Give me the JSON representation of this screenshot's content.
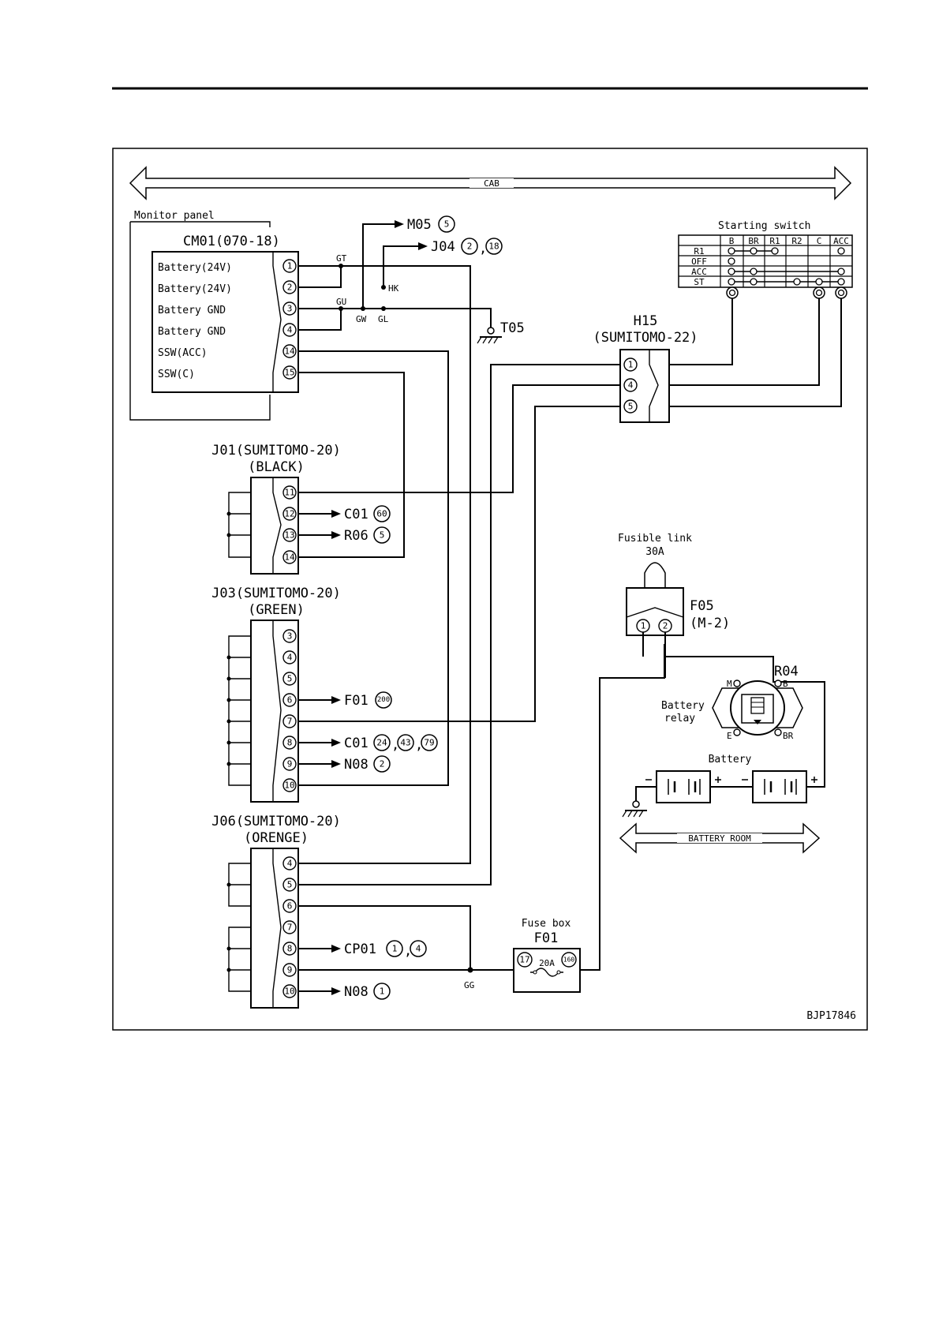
{
  "figure_id": "BJP17846",
  "cab_label": "CAB",
  "battery_room_label": "BATTERY ROOM",
  "monitor_panel": {
    "title": "Monitor panel",
    "connector": "CM01(070-18)",
    "pins": [
      {
        "num": "1",
        "label": "Battery(24V)"
      },
      {
        "num": "2",
        "label": "Battery(24V)"
      },
      {
        "num": "3",
        "label": "Battery GND"
      },
      {
        "num": "4",
        "label": "Battery GND"
      },
      {
        "num": "14",
        "label": "SSW(ACC)"
      },
      {
        "num": "15",
        "label": "SSW(C)"
      }
    ]
  },
  "splice_labels": {
    "gt": "GT",
    "gu": "GU",
    "gw": "GW",
    "gl": "GL",
    "hk": "HK",
    "gg": "GG"
  },
  "refs": {
    "m05": {
      "name": "M05",
      "pins": [
        "5"
      ]
    },
    "j04": {
      "name": "J04",
      "pins": [
        "2",
        "18"
      ]
    },
    "t05": "T05",
    "c01_a": {
      "name": "C01",
      "pins": [
        "60"
      ]
    },
    "r06": {
      "name": "R06",
      "pins": [
        "5"
      ]
    },
    "f01_ref": {
      "name": "F01",
      "pins": [
        "200"
      ]
    },
    "c01_b": {
      "name": "C01",
      "pins": [
        "24",
        "43",
        "79"
      ]
    },
    "n08_a": {
      "name": "N08",
      "pins": [
        "2"
      ]
    },
    "cp01": {
      "name": "CP01",
      "pins": [
        "1",
        "4"
      ]
    },
    "n08_b": {
      "name": "N08",
      "pins": [
        "1"
      ]
    }
  },
  "starting_switch": {
    "title": "Starting switch",
    "columns": [
      "B",
      "BR",
      "R1",
      "R2",
      "C",
      "ACC"
    ],
    "rows": [
      "R1",
      "OFF",
      "ACC",
      "ST"
    ]
  },
  "h15": {
    "name": "H15",
    "type": "(SUMITOMO-22)",
    "pins": [
      "1",
      "4",
      "5"
    ]
  },
  "j01": {
    "name": "J01(SUMITOMO-20)",
    "color": "(BLACK)",
    "pins": [
      "11",
      "12",
      "13",
      "14"
    ]
  },
  "j03": {
    "name": "J03(SUMITOMO-20)",
    "color": "(GREEN)",
    "pins": [
      "3",
      "4",
      "5",
      "6",
      "7",
      "8",
      "9",
      "10"
    ]
  },
  "j06": {
    "name": "J06(SUMITOMO-20)",
    "color": "(ORENGE)",
    "pins": [
      "4",
      "5",
      "6",
      "7",
      "8",
      "9",
      "10"
    ]
  },
  "fusible_link": {
    "title": "Fusible link",
    "rating": "30A",
    "name": "F05",
    "type": "(M-2)",
    "pins": [
      "1",
      "2"
    ]
  },
  "battery_relay": {
    "name": "R04",
    "label_line1": "Battery",
    "label_line2": "relay",
    "terminals": [
      "M",
      "B",
      "E",
      "BR"
    ]
  },
  "battery": {
    "title": "Battery"
  },
  "fuse_box": {
    "title": "Fuse box",
    "name": "F01",
    "rating": "20A",
    "pin_in": "17",
    "pin_out": "160"
  }
}
